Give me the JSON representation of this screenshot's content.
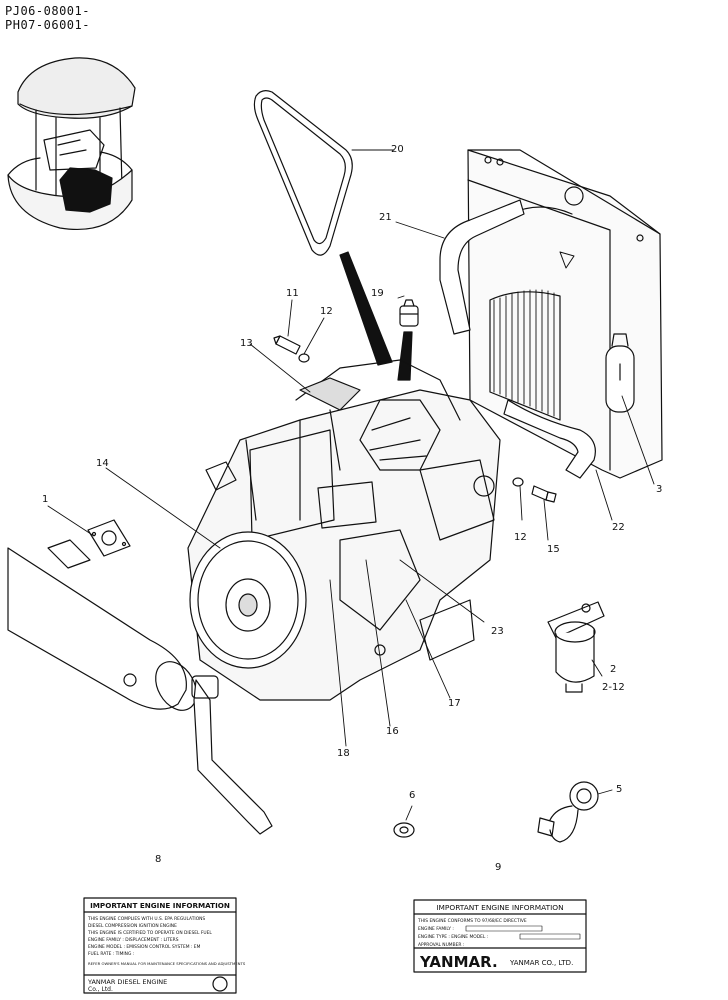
{
  "serials": [
    "PJ06-08001-",
    "PH07-06001-"
  ],
  "callouts": [
    {
      "id": "c1",
      "text": "1"
    },
    {
      "id": "c2",
      "text": "2"
    },
    {
      "id": "c2b",
      "text": "2-12"
    },
    {
      "id": "c3",
      "text": "3"
    },
    {
      "id": "c5",
      "text": "5"
    },
    {
      "id": "c6",
      "text": "6"
    },
    {
      "id": "c8",
      "text": "8"
    },
    {
      "id": "c9",
      "text": "9"
    },
    {
      "id": "c11",
      "text": "11"
    },
    {
      "id": "c12a",
      "text": "12"
    },
    {
      "id": "c12b",
      "text": "12"
    },
    {
      "id": "c13",
      "text": "13"
    },
    {
      "id": "c14",
      "text": "14"
    },
    {
      "id": "c15",
      "text": "15"
    },
    {
      "id": "c16",
      "text": "16"
    },
    {
      "id": "c17",
      "text": "17"
    },
    {
      "id": "c18",
      "text": "18"
    },
    {
      "id": "c19",
      "text": "19"
    },
    {
      "id": "c20",
      "text": "20"
    },
    {
      "id": "c21",
      "text": "21"
    },
    {
      "id": "c22",
      "text": "22"
    },
    {
      "id": "c23",
      "text": "23"
    }
  ],
  "label8": {
    "title": "IMPORTANT ENGINE INFORMATION",
    "lines": [
      "THIS ENGINE COMPLIES WITH U.S. EPA REGULATIONS",
      "DIESEL COMPRESSION IGNITION ENGINE",
      "THIS ENGINE IS CERTIFIED TO OPERATE ON DIESEL FUEL",
      "ENGINE FAMILY :            DISPLACEMENT :       LITERS",
      "ENGINE MODEL :             EMISSION CONTROL SYSTEM : EM",
      "FUEL RATE :          TIMING :",
      "REFER OWNER'S MANUAL FOR MAINTENANCE SPECIFICATIONS AND ADJUSTMENTS"
    ],
    "brand": "YANMAR DIESEL ENGINE",
    "company": "Co., Ltd."
  },
  "label9": {
    "title": "IMPORTANT ENGINE INFORMATION",
    "lines": [
      "THIS ENGINE CONFORMS TO 97/68/EC DIRECTIVE",
      "ENGINE FAMILY :",
      "ENGINE TYPE :                ENGINE MODEL :",
      "APPROVAL NUMBER :"
    ],
    "brand": "YANMAR.",
    "company": "YANMAR CO., LTD."
  }
}
